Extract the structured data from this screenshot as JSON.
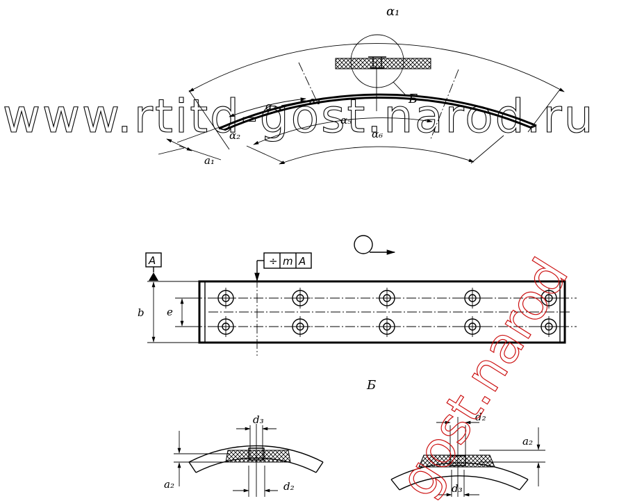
{
  "watermark": {
    "horizontal_text": "www.rtitd-gost.narod.ru",
    "diagonal_text": "gost.narod",
    "horizontal_color": "#000000",
    "diagonal_color": "#cc1111"
  },
  "arc_view": {
    "labels": {
      "alpha1": "α₁",
      "alpha2": "α₂",
      "alpha3": "α₃",
      "alpha4": "α₄",
      "alpha5": "α₅",
      "alpha6": "α₆",
      "a1": "a₁",
      "detail_ref": "Б"
    }
  },
  "plan_view": {
    "datum": "A",
    "tolerance_frame": {
      "symbol": "÷",
      "value": "m",
      "datum": "A"
    },
    "dim_b": "b",
    "dim_e": "e",
    "rotation_direction_icon": "rotation-arrow"
  },
  "detail": {
    "title": "Б",
    "left": {
      "d3": "d₃",
      "d2": "d₂",
      "a2": "a₂"
    },
    "right": {
      "d2": "d₂",
      "d3": "d₃",
      "a2": "a₂"
    }
  }
}
